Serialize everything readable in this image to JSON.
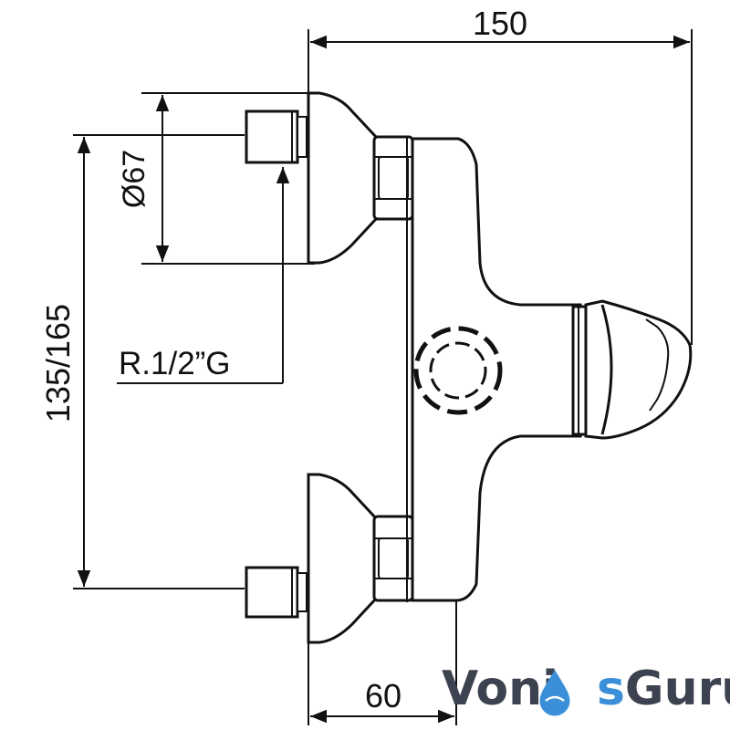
{
  "dimensions": {
    "overall_width": "150",
    "rosette_diameter": "Ø67",
    "center_distance": "135/165",
    "connection_thread": "R.1/2”G",
    "outlet_offset": "60"
  },
  "watermark": {
    "brand_part1": "Voni",
    "brand_part2": "s",
    "brand_part3": "Guru",
    "dark_color": "#3d4250",
    "accent_color": "#3a8fd8"
  },
  "colors": {
    "line": "#111111",
    "background": "#ffffff"
  }
}
